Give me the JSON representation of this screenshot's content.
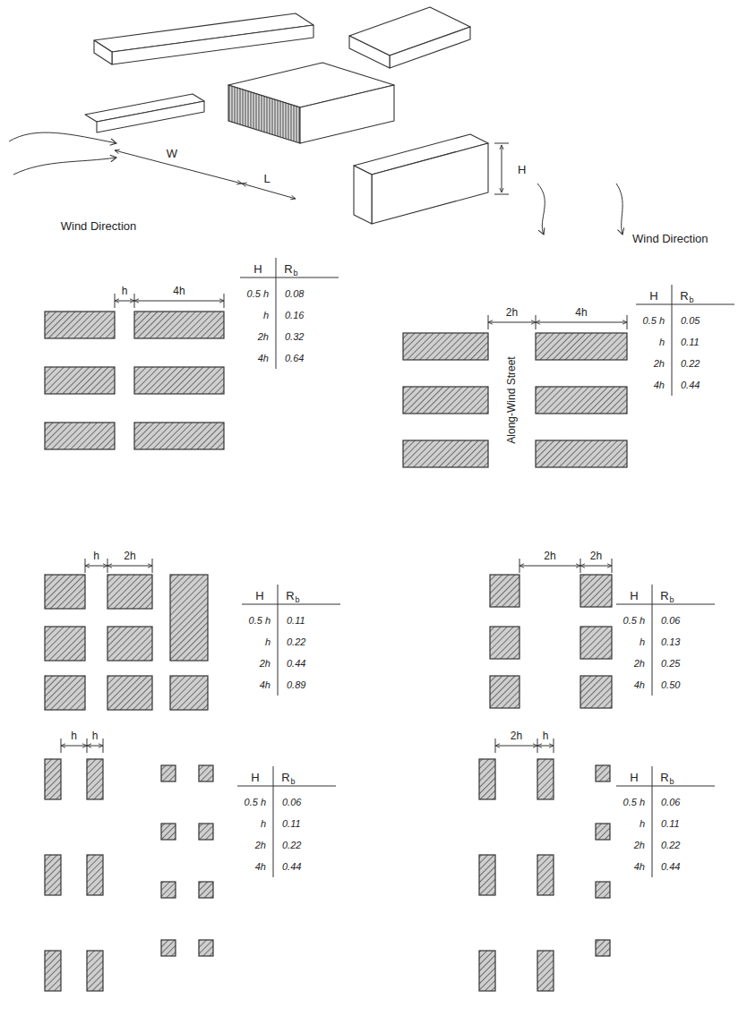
{
  "diagram": {
    "labels": [
      "Wind Direction",
      "W",
      "L",
      "H",
      "Wind Direction",
      "h",
      "4h",
      "H",
      "R",
      "b",
      "0.5 h",
      "h",
      "2h",
      "4h",
      "0.08",
      "0.16",
      "0.32",
      "0.64",
      "2h",
      "4h",
      "H",
      "R",
      "b",
      "0.5 h",
      "h",
      "2h",
      "4h",
      "0.05",
      "0.11",
      "0.22",
      "0.44",
      "h",
      "2h",
      "H",
      "R",
      "b",
      "0.5 h",
      "h",
      "2h",
      "4h",
      "0.11",
      "0.22",
      "0.44",
      "0.89",
      "2h",
      "2h",
      "H",
      "R",
      "b",
      "0.5 h",
      "h",
      "2h",
      "4h",
      "0.06",
      "0.13",
      "0.25",
      "0.50",
      "h",
      "h",
      "H",
      "R",
      "b",
      "0.5 h",
      "h",
      "2h",
      "4h",
      "0.06",
      "0.11",
      "0.22",
      "0.44",
      "2h",
      "h",
      "H",
      "R",
      "b",
      "0.5 h",
      "h",
      "2h",
      "4h",
      "0.06",
      "0.11",
      "0.22",
      "0.44",
      "Along-Wind Street"
    ]
  }
}
